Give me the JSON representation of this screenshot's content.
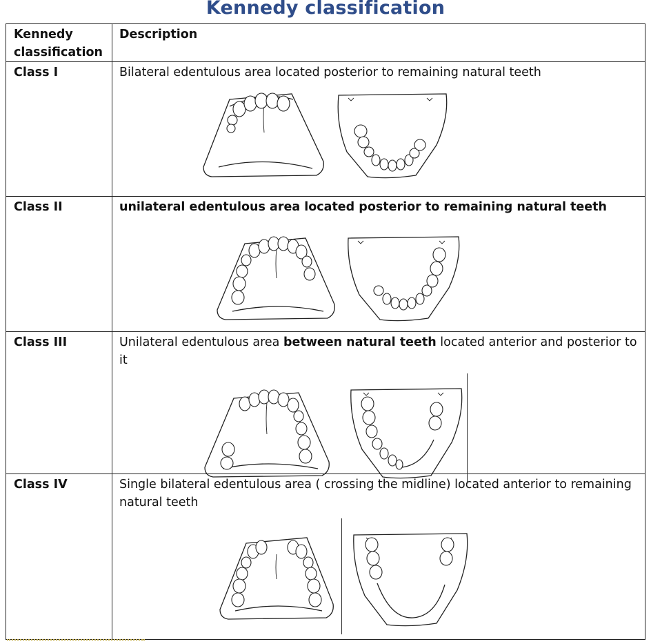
{
  "title": "Kennedy classification",
  "table": {
    "headers": {
      "classification": "Kennedy classification",
      "description": "Description"
    },
    "rows": [
      {
        "class": "Class I",
        "description_parts": [
          "Bilateral edentulous area located posterior to remaining natural teeth"
        ],
        "bold": false
      },
      {
        "class": "Class II",
        "description_parts": [
          "unilateral edentulous area located posterior to remaining natural teeth"
        ],
        "bold": true
      },
      {
        "class": "Class III",
        "description_parts": [
          "Unilateral edentulous area ",
          "between natural teeth",
          " located anterior and posterior to it"
        ],
        "bold": false
      },
      {
        "class": "Class IV",
        "description_parts": [
          "Single bilateral edentulous area ( crossing the midline) located anterior to remaining natural teeth"
        ],
        "bold": false
      }
    ]
  },
  "illustrations": {
    "icon": "dental-arch-diagram",
    "row1": [
      "maxillary-arch-class-1",
      "mandibular-arch-class-1"
    ],
    "row2": [
      "maxillary-arch-class-2",
      "mandibular-arch-class-2"
    ],
    "row3": [
      "maxillary-arch-class-3",
      "mandibular-arch-class-3"
    ],
    "row4": [
      "maxillary-arch-class-4",
      "mandibular-arch-class-4"
    ]
  }
}
